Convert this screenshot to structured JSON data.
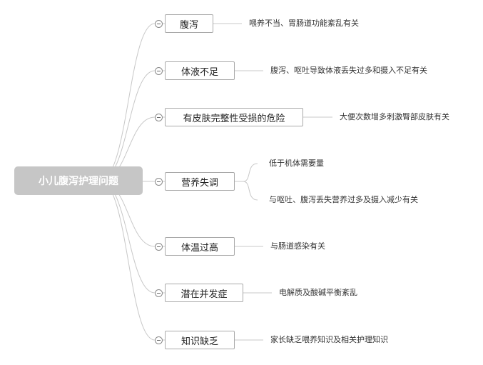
{
  "root": {
    "label": "小儿腹泻护理问题"
  },
  "branches": [
    {
      "label": "腹泻",
      "details": [
        "喂养不当、胃肠道功能紊乱有关"
      ]
    },
    {
      "label": "体液不足",
      "details": [
        "腹泻、呕吐导致体液丢失过多和摄入不足有关"
      ]
    },
    {
      "label": "有皮肤完整性受损的危险",
      "details": [
        "大便次数增多刺激臀部皮肤有关"
      ]
    },
    {
      "label": "营养失调",
      "details": [
        "低于机体需要量",
        "与呕吐、腹泻丢失营养过多及摄入减少有关"
      ]
    },
    {
      "label": "体温过高",
      "details": [
        "与肠道感染有关"
      ]
    },
    {
      "label": "潜在并发症",
      "details": [
        "电解质及酸碱平衡紊乱"
      ]
    },
    {
      "label": "知识缺乏",
      "details": [
        "家长缺乏喂养知识及相关护理知识"
      ]
    }
  ],
  "colors": {
    "line": "#c8c8c8",
    "root_bg": "#c6c6c6",
    "node_border": "#a9a9a9"
  }
}
